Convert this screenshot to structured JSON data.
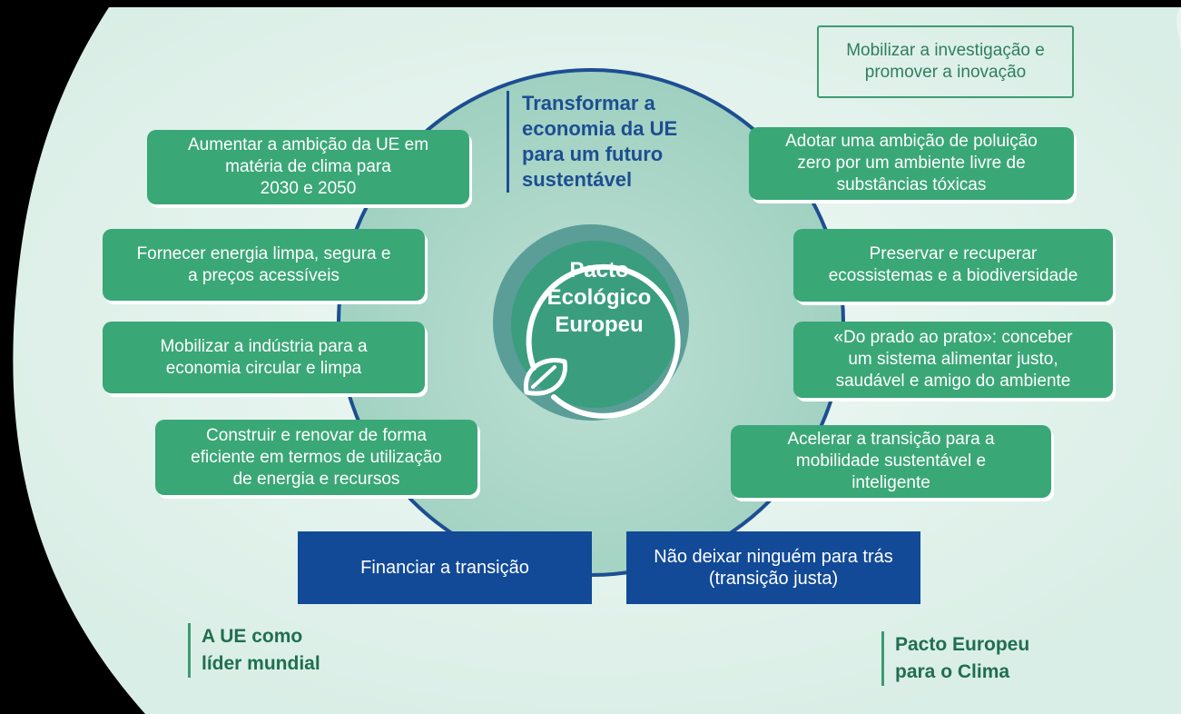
{
  "center": {
    "title_lines": [
      "Pacto",
      "Ecológico",
      "Europeu"
    ]
  },
  "header": {
    "title_lines": [
      "Transformar a",
      "economia da UE",
      "para um futuro",
      "sustentável"
    ]
  },
  "left_boxes": [
    {
      "lines": [
        "Aumentar a ambição da UE em",
        "matéria de clima para",
        "2030 e 2050"
      ]
    },
    {
      "lines": [
        "Fornecer energia limpa, segura e",
        "a preços acessíveis"
      ]
    },
    {
      "lines": [
        "Mobilizar a indústria para a",
        "economia circular e limpa"
      ]
    },
    {
      "lines": [
        "Construir e renovar de forma",
        "eficiente em termos de utilização",
        "de energia e recursos"
      ]
    }
  ],
  "right_boxes": [
    {
      "lines": [
        "Mobilizar a investigação e",
        "promover a inovação"
      ]
    },
    {
      "lines": [
        "Adotar uma ambição de poluição",
        "zero por um ambiente livre de",
        "substâncias tóxicas"
      ]
    },
    {
      "lines": [
        "Preservar e recuperar",
        "ecossistemas e a biodiversidade"
      ]
    },
    {
      "lines": [
        "«Do prado ao prato»: conceber",
        "um sistema alimentar justo,",
        "saudável e amigo do ambiente"
      ]
    },
    {
      "lines": [
        "Acelerar a transição para a",
        "mobilidade sustentável e",
        "inteligente"
      ]
    }
  ],
  "bottom_boxes": [
    {
      "lines": [
        "Financiar a transição"
      ]
    },
    {
      "lines": [
        "Não deixar ninguém para trás",
        "(transição justa)"
      ]
    }
  ],
  "footer": {
    "left_lines": [
      "A UE como",
      "líder mundial"
    ],
    "right_lines": [
      "Pacto Europeu",
      "para o Clima"
    ]
  },
  "colors": {
    "background_light": "#e6f3ee",
    "ring_blue": "#1d4e92",
    "box_green": "#3aa776",
    "box_navy": "#124a97",
    "center_fill": "#3a9e7e",
    "center_halo": "#5a9e97"
  },
  "icons": {
    "center": "leaf-icon"
  }
}
